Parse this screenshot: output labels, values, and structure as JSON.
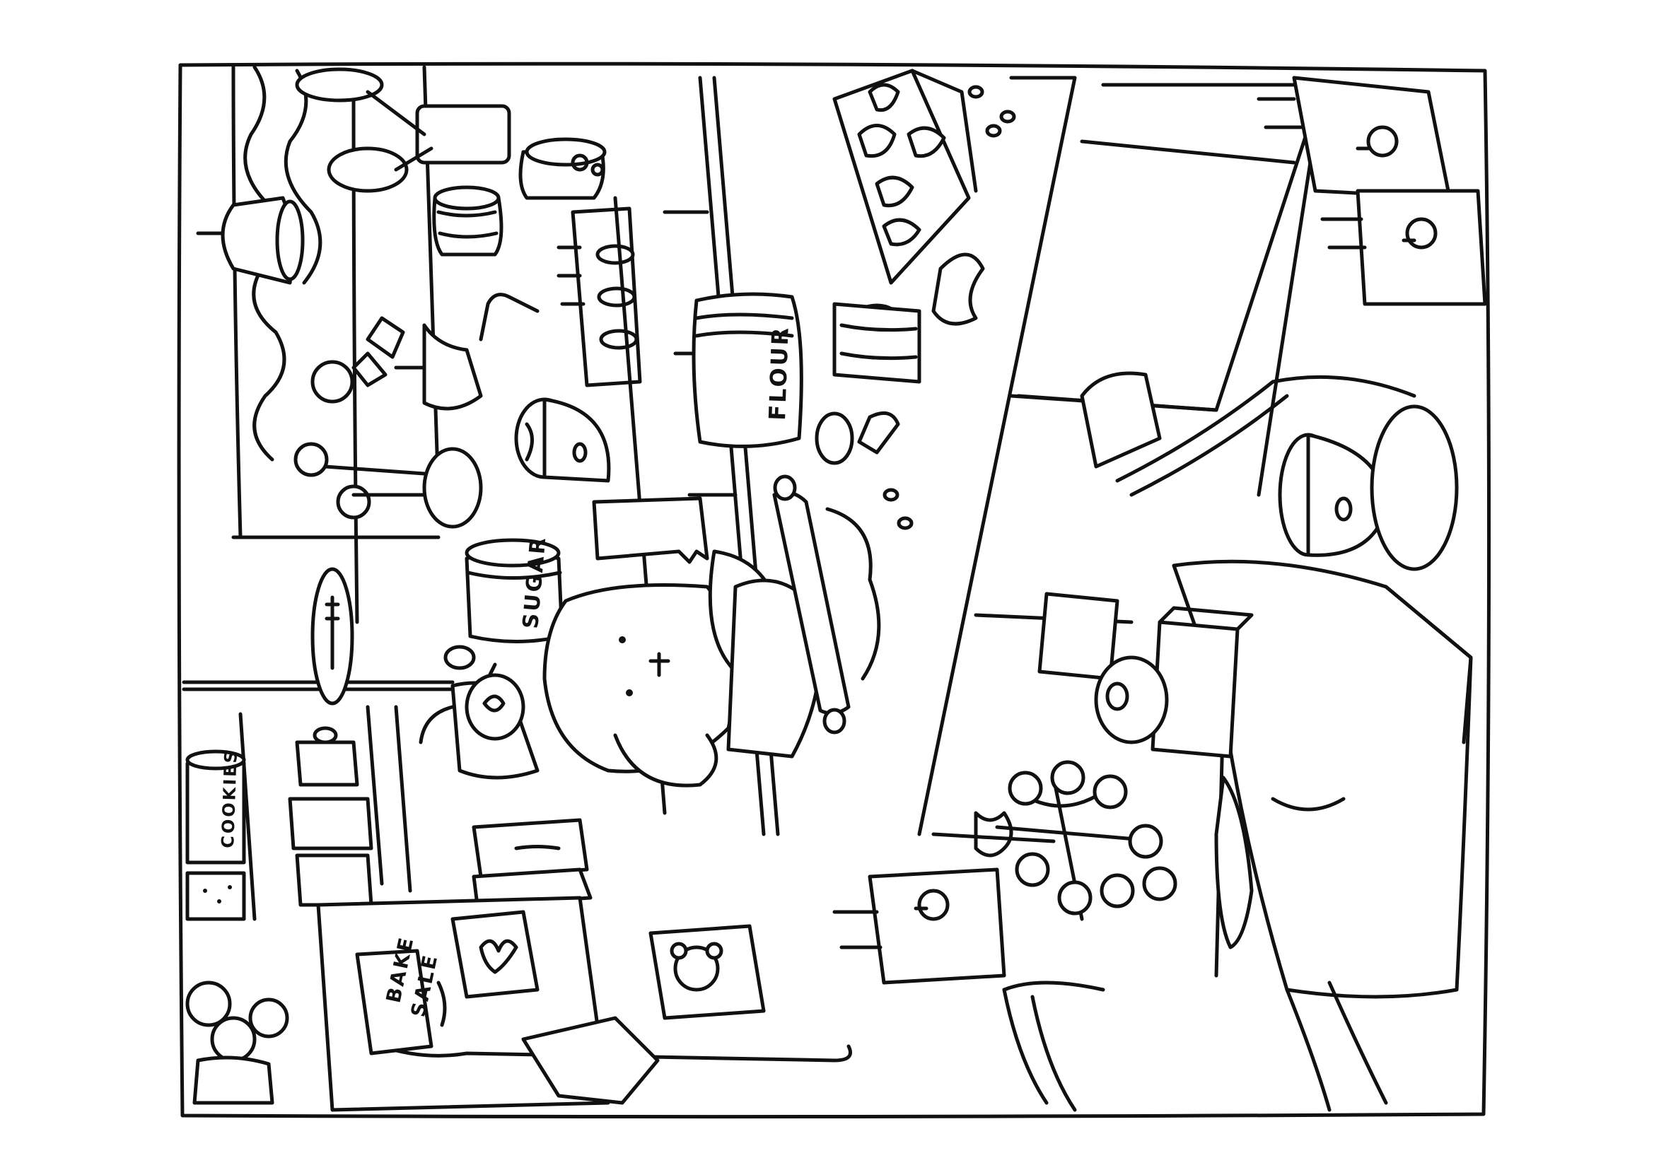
{
  "labels": {
    "flour": "FLOUR",
    "sugar": "SUGAR",
    "cookies": "COOKIES",
    "bake_sale_1": "BAKE",
    "bake_sale_2": "SALE"
  },
  "colors": {
    "ink": "#111111",
    "paper": "#ffffff"
  }
}
